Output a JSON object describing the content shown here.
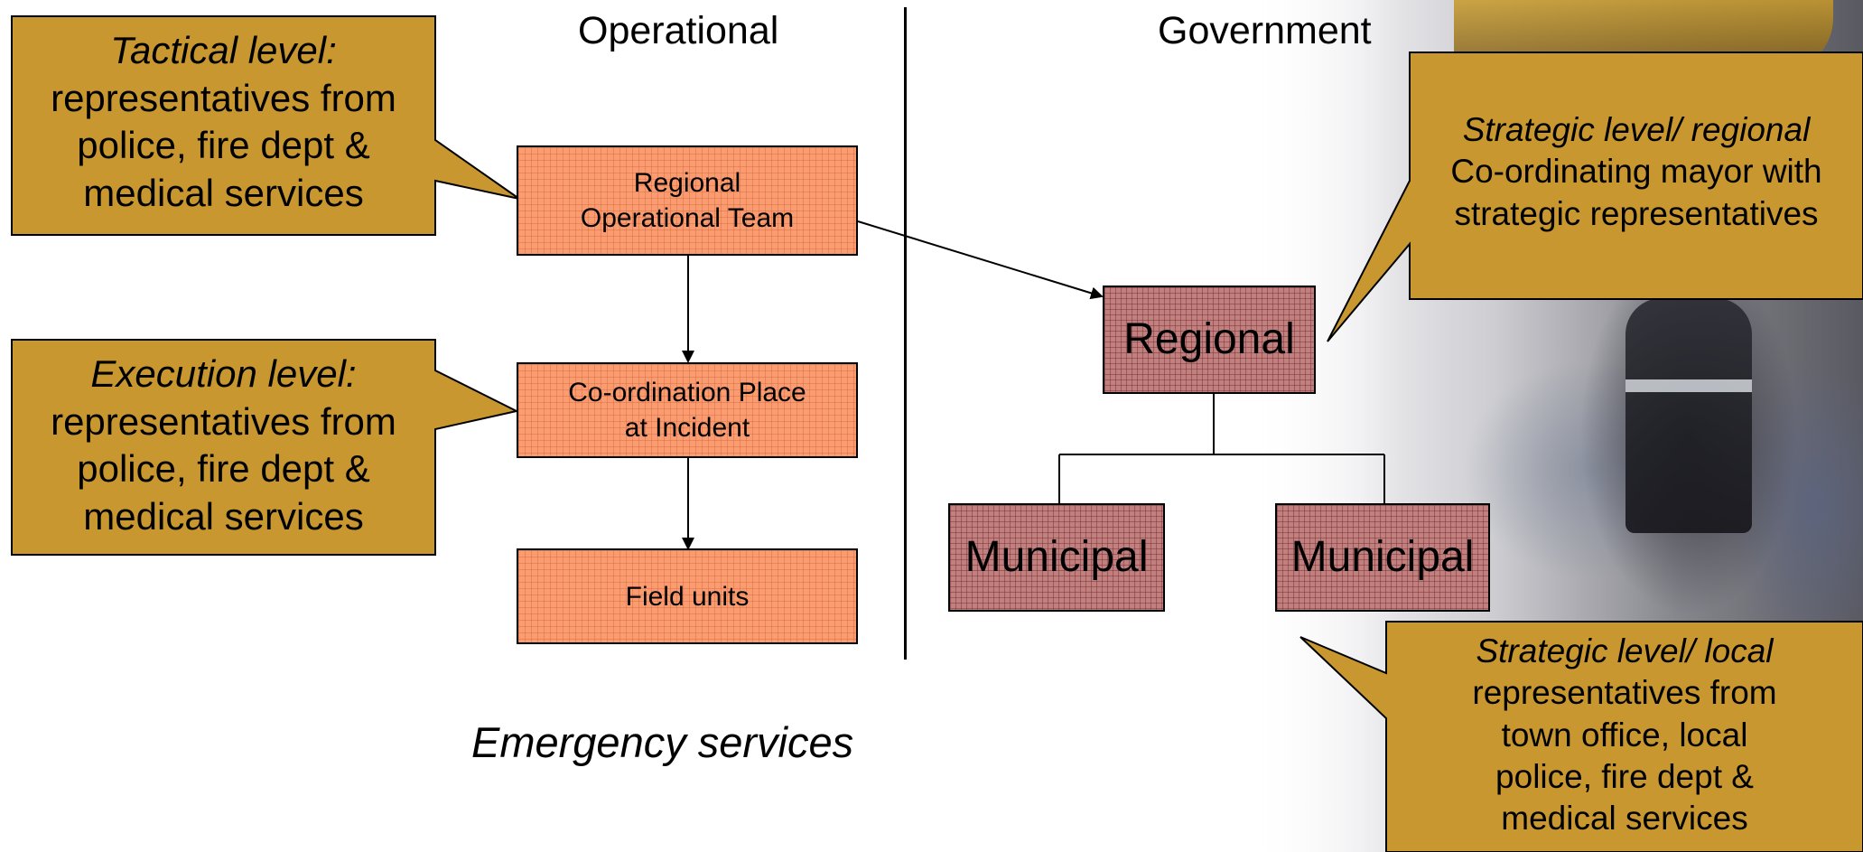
{
  "headings": {
    "operational": "Operational",
    "government": "Government",
    "footer": "Emergency services"
  },
  "boxes": {
    "regional_operational_team": "Regional\nOperational Team",
    "coordination_place": "Co-ordination Place\nat Incident",
    "field_units": "Field units",
    "regional": "Regional",
    "municipal_left": "Municipal",
    "municipal_right": "Municipal"
  },
  "callouts": {
    "tactical": {
      "title": "Tactical level:",
      "body": "representatives from\npolice, fire dept &\nmedical services"
    },
    "execution": {
      "title": "Execution level:",
      "body": "representatives from\npolice, fire dept &\nmedical services"
    },
    "strategic_regional": {
      "title": "Strategic level/ regional",
      "body": "Co-ordinating mayor with\nstrategic representatives"
    },
    "strategic_local": {
      "title": "Strategic level/ local",
      "body": "representatives from\ntown office, local\npolice, fire dept &\nmedical services"
    }
  },
  "colors": {
    "callout_fill": "#c9972f",
    "operational_box": "#fb9c70",
    "government_box": "#c08080"
  }
}
